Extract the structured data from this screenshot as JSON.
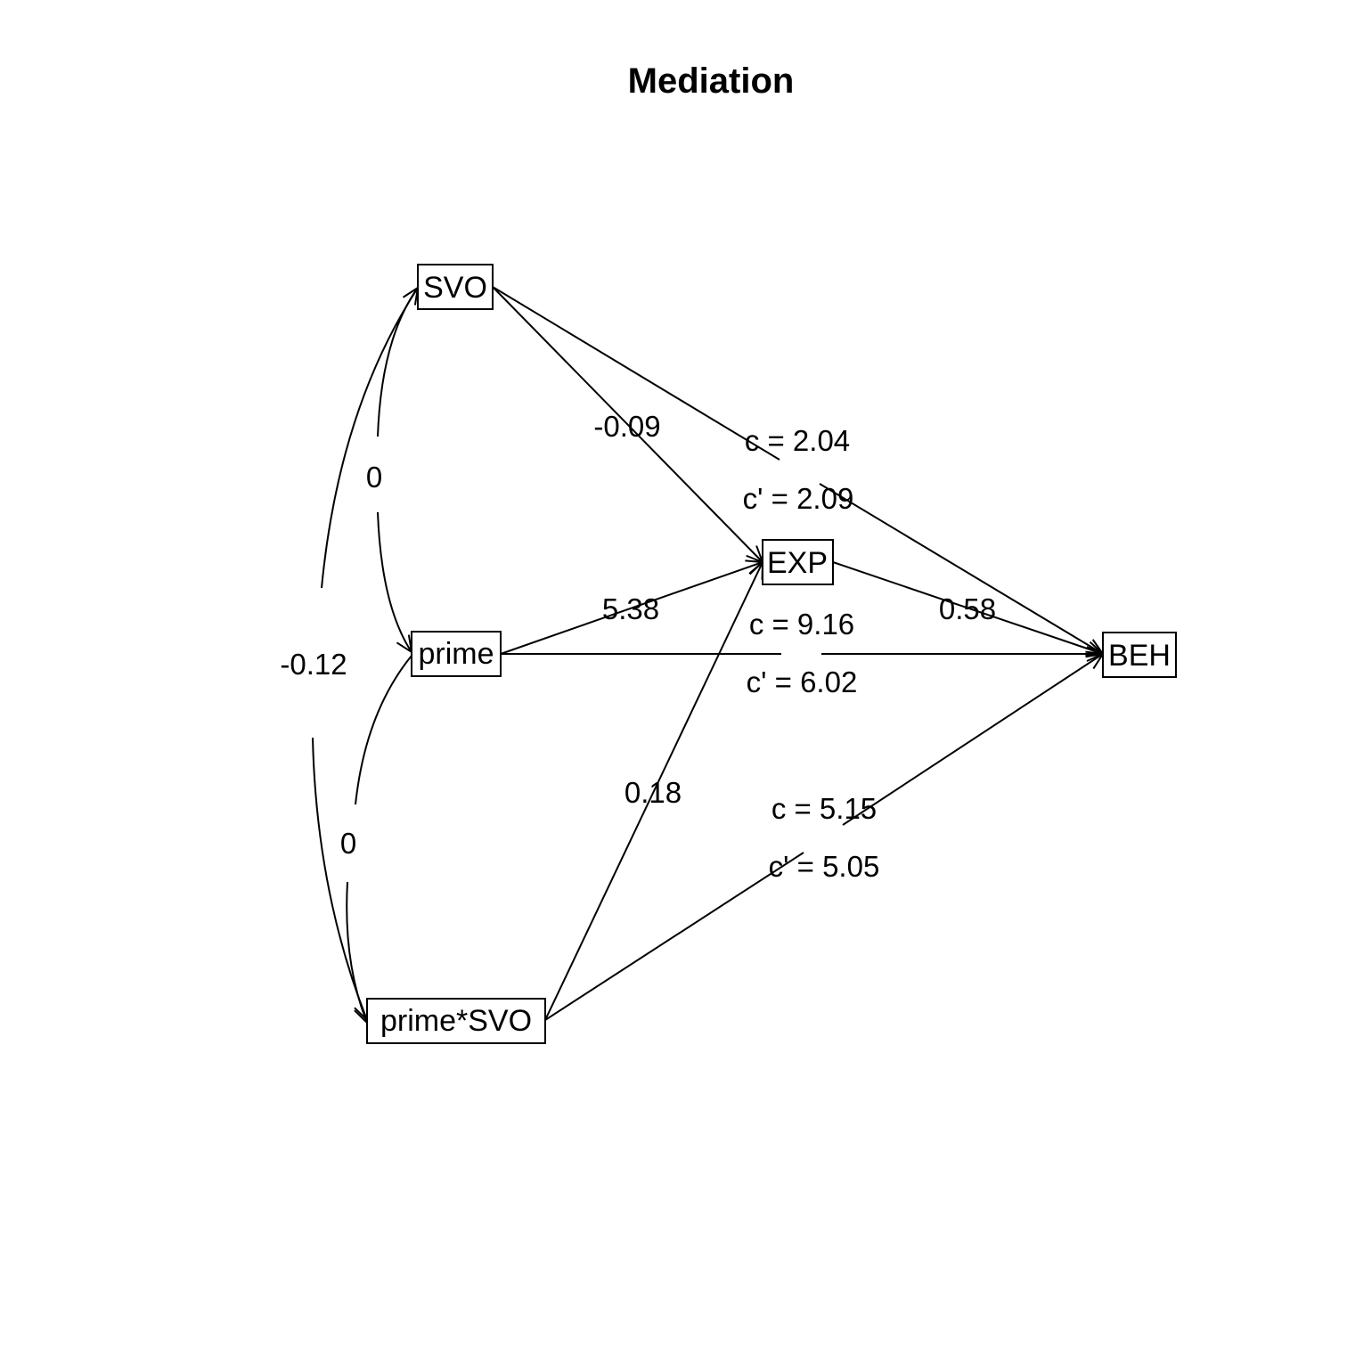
{
  "title": "Mediation",
  "nodes": {
    "svo": "SVO",
    "prime": "prime",
    "prime_svo": "prime*SVO",
    "exp": "EXP",
    "beh": "BEH"
  },
  "paths": {
    "prime_to_svo": "0",
    "prime_svo_to_svo": "-0.12",
    "prime_to_prime_svo": "0",
    "svo_to_exp": "-0.09",
    "prime_to_exp": "5.38",
    "prime_svo_to_exp": "0.18",
    "exp_to_beh": "0.58",
    "svo_to_beh": {
      "c": "c =  2.04",
      "c_prime": "c' =  2.09"
    },
    "prime_to_beh": {
      "c": "c =  9.16",
      "c_prime": "c' =  6.02"
    },
    "prime_svo_to_beh": {
      "c": "c =  5.15",
      "c_prime": "c' =  5.05"
    }
  }
}
